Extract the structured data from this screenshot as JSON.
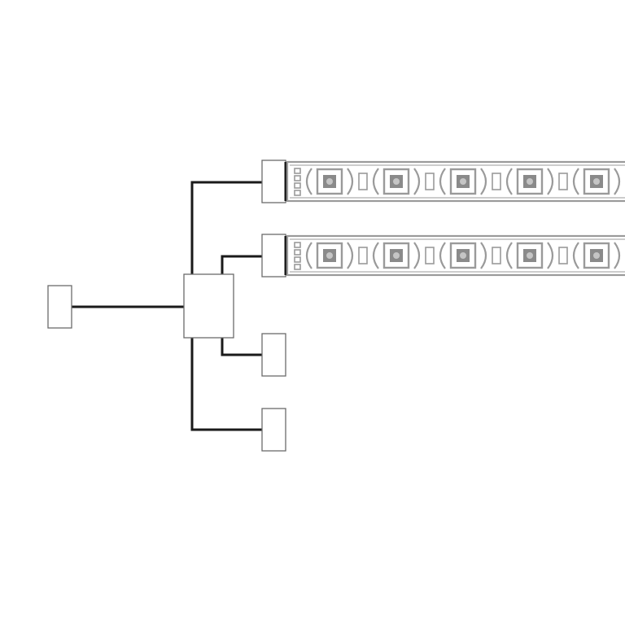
{
  "diagram": {
    "connectors": [
      {
        "id": "input-connector"
      },
      {
        "id": "output-connector-1",
        "strip": true
      },
      {
        "id": "output-connector-2",
        "strip": true
      },
      {
        "id": "output-connector-3",
        "strip": false
      },
      {
        "id": "output-connector-4",
        "strip": false
      }
    ],
    "strips": [
      {
        "id": "led-strip-top",
        "leds": 5
      },
      {
        "id": "led-strip-bottom",
        "leds": 5
      }
    ],
    "colors": {
      "wire": "#1a1a1a",
      "connector_stroke": "#6b6b6b",
      "strip_stroke": "#9a9a9a",
      "led_stroke": "#9a9a9a",
      "led_inner": "#8a8a8a",
      "background": "#ffffff"
    }
  }
}
